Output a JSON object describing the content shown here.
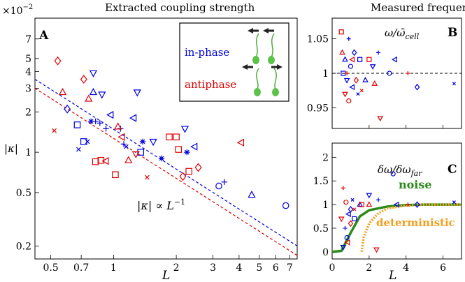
{
  "panels": {
    "A": {
      "title": "Extracted coupling strength",
      "label": "A",
      "ylabel": "|κ|",
      "xlabel": "L",
      "exponent_label": "×10",
      "exponent_power": "−2",
      "fit_label": "|κ| ∝ L",
      "fit_power": "−1",
      "legend_inphase": "in-phase",
      "legend_antiphase": "antiphase",
      "xtick_labels": [
        "0.5",
        "0.7",
        "1",
        "2",
        "3",
        "4",
        "5",
        "6",
        "7"
      ],
      "ytick_labels": [
        "0.2",
        "0.5",
        "1",
        "2",
        "3",
        "4",
        "5",
        "7"
      ]
    },
    "B": {
      "title": "Measured frequencies",
      "label": "B",
      "annotation": "ω/ω̄",
      "annotation_sub": "cell",
      "ytick_labels": [
        "0.95",
        "1",
        "1.05"
      ]
    },
    "C": {
      "label": "C",
      "annotation": "δω/δω",
      "annotation_sub": "far",
      "noise_label": "noise",
      "deterministic_label": "deterministic",
      "xlabel": "L",
      "xtick_labels": [
        "0",
        "2",
        "4",
        "6"
      ],
      "ytick_labels": [
        "0",
        "0.5",
        "1",
        "1.5",
        "2"
      ]
    }
  },
  "colors": {
    "inphase": "#0000dd",
    "antiphase": "#e00000",
    "noise": "#2a8a1a",
    "deterministic": "#f0a020"
  },
  "chart_data": [
    {
      "type": "scatter",
      "title": "Extracted coupling strength",
      "xlabel": "L",
      "ylabel": "|κ|",
      "x_scale": "log",
      "y_scale": "log",
      "xlim": [
        0.42,
        7.6
      ],
      "ylim": [
        0.16,
        10
      ],
      "y_units": "×10^-2",
      "fits": [
        {
          "name": "in-phase",
          "x": [
            0.42,
            7.6
          ],
          "y": [
            3.5,
            0.2
          ],
          "style": "dashed"
        },
        {
          "name": "antiphase",
          "x": [
            0.42,
            7.6
          ],
          "y": [
            3.0,
            0.17
          ],
          "style": "dashed"
        }
      ],
      "series": [
        {
          "name": "in-phase",
          "points": [
            {
              "x": 0.6,
              "y": 2.1,
              "m": "diamond"
            },
            {
              "x": 0.67,
              "y": 1.6,
              "m": "square"
            },
            {
              "x": 0.68,
              "y": 1.05,
              "m": "x"
            },
            {
              "x": 0.72,
              "y": 1.2,
              "m": "square"
            },
            {
              "x": 0.75,
              "y": 1.2,
              "m": "x"
            },
            {
              "x": 0.78,
              "y": 1.7,
              "m": "star"
            },
            {
              "x": 0.8,
              "y": 3.9,
              "m": "triangle-down"
            },
            {
              "x": 0.8,
              "y": 2.8,
              "m": "triangle"
            },
            {
              "x": 0.82,
              "y": 1.7,
              "m": "plus"
            },
            {
              "x": 0.86,
              "y": 1.65,
              "m": "plus"
            },
            {
              "x": 0.88,
              "y": 2.7,
              "m": "triangle-down"
            },
            {
              "x": 0.92,
              "y": 1.5,
              "m": "plus"
            },
            {
              "x": 0.97,
              "y": 1.9,
              "m": "triangle-left"
            },
            {
              "x": 1.08,
              "y": 1.5,
              "m": "plus"
            },
            {
              "x": 1.12,
              "y": 1.15,
              "m": "plus"
            },
            {
              "x": 1.15,
              "y": 1.1,
              "m": "x"
            },
            {
              "x": 1.25,
              "y": 1.8,
              "m": "triangle-left"
            },
            {
              "x": 1.3,
              "y": 2.8,
              "m": "triangle-down"
            },
            {
              "x": 1.35,
              "y": 1.0,
              "m": "square"
            },
            {
              "x": 1.38,
              "y": 1.2,
              "m": "star"
            },
            {
              "x": 1.55,
              "y": 1.2,
              "m": "triangle-down"
            },
            {
              "x": 1.7,
              "y": 0.9,
              "m": "star"
            },
            {
              "x": 2.2,
              "y": 1.5,
              "m": "triangle-down"
            },
            {
              "x": 2.25,
              "y": 1.0,
              "m": "star"
            },
            {
              "x": 2.45,
              "y": 1.1,
              "m": "triangle-left"
            },
            {
              "x": 3.2,
              "y": 0.56,
              "m": "circle"
            },
            {
              "x": 3.4,
              "y": 0.6,
              "m": "plus"
            },
            {
              "x": 4.6,
              "y": 0.48,
              "m": "triangle"
            },
            {
              "x": 6.7,
              "y": 0.4,
              "m": "circle"
            }
          ]
        },
        {
          "name": "antiphase",
          "points": [
            {
              "x": 0.52,
              "y": 1.45,
              "m": "x"
            },
            {
              "x": 0.54,
              "y": 4.8,
              "m": "diamond"
            },
            {
              "x": 0.57,
              "y": 2.8,
              "m": "triangle"
            },
            {
              "x": 0.72,
              "y": 3.5,
              "m": "diamond"
            },
            {
              "x": 0.76,
              "y": 2.5,
              "m": "triangle"
            },
            {
              "x": 0.82,
              "y": 0.85,
              "m": "square"
            },
            {
              "x": 0.87,
              "y": 0.87,
              "m": "square"
            },
            {
              "x": 0.92,
              "y": 0.86,
              "m": "triangle-left"
            },
            {
              "x": 1.05,
              "y": 1.55,
              "m": "triangle"
            },
            {
              "x": 1.1,
              "y": 1.3,
              "m": "triangle-left"
            },
            {
              "x": 1.18,
              "y": 0.87,
              "m": "triangle"
            },
            {
              "x": 1.28,
              "y": 0.97,
              "m": "triangle-down"
            },
            {
              "x": 1.02,
              "y": 0.68,
              "m": "square"
            },
            {
              "x": 1.45,
              "y": 0.65,
              "m": "x"
            },
            {
              "x": 1.85,
              "y": 1.3,
              "m": "square"
            },
            {
              "x": 2.0,
              "y": 1.3,
              "m": "square"
            },
            {
              "x": 2.05,
              "y": 1.05,
              "m": "square"
            },
            {
              "x": 2.15,
              "y": 0.66,
              "m": "diamond"
            },
            {
              "x": 2.3,
              "y": 0.72,
              "m": "square"
            },
            {
              "x": 2.55,
              "y": 0.77,
              "m": "diamond"
            },
            {
              "x": 4.1,
              "y": 1.18,
              "m": "triangle-left"
            }
          ]
        }
      ]
    },
    {
      "type": "scatter",
      "title": "Measured frequencies",
      "ylabel": "ω/ω̄_cell",
      "xlim": [
        0,
        7
      ],
      "ylim": [
        0.92,
        1.08
      ],
      "reference_line": 1,
      "series": [
        {
          "name": "in-phase",
          "points": [
            {
              "x": 0.6,
              "y": 1.0
            },
            {
              "x": 0.7,
              "y": 1.02
            },
            {
              "x": 0.8,
              "y": 0.99
            },
            {
              "x": 0.9,
              "y": 1.05
            },
            {
              "x": 1.0,
              "y": 1.01
            },
            {
              "x": 1.1,
              "y": 0.98
            },
            {
              "x": 1.2,
              "y": 1.03
            },
            {
              "x": 1.4,
              "y": 0.97
            },
            {
              "x": 1.5,
              "y": 1.02
            },
            {
              "x": 1.8,
              "y": 0.99
            },
            {
              "x": 2.2,
              "y": 1.01
            },
            {
              "x": 2.5,
              "y": 1.03
            },
            {
              "x": 3.1,
              "y": 1.0
            },
            {
              "x": 3.4,
              "y": 1.02
            },
            {
              "x": 4.6,
              "y": 0.98
            },
            {
              "x": 6.6,
              "y": 0.985
            }
          ]
        },
        {
          "name": "antiphase",
          "points": [
            {
              "x": 0.5,
              "y": 1.06
            },
            {
              "x": 0.55,
              "y": 1.03
            },
            {
              "x": 0.7,
              "y": 0.97
            },
            {
              "x": 0.8,
              "y": 1.0
            },
            {
              "x": 0.9,
              "y": 0.96
            },
            {
              "x": 1.1,
              "y": 1.02
            },
            {
              "x": 1.3,
              "y": 0.99
            },
            {
              "x": 1.6,
              "y": 0.975
            },
            {
              "x": 2.0,
              "y": 1.02
            },
            {
              "x": 2.3,
              "y": 0.985
            },
            {
              "x": 2.6,
              "y": 0.935
            },
            {
              "x": 4.1,
              "y": 1.0
            }
          ]
        }
      ]
    },
    {
      "type": "scatter",
      "ylabel": "δω/δω_far",
      "xlabel": "L",
      "xlim": [
        0,
        7
      ],
      "ylim": [
        -0.15,
        2.3
      ],
      "curves": [
        {
          "name": "noise",
          "x": [
            0,
            0.5,
            1.0,
            1.5,
            2.0,
            3.0,
            4.0,
            5.0,
            6.0,
            7.0
          ],
          "y": [
            0,
            0.02,
            0.4,
            0.75,
            0.88,
            0.96,
            0.99,
            1.0,
            1.0,
            1.0
          ]
        },
        {
          "name": "deterministic",
          "x": [
            1.6,
            1.7,
            2.0,
            2.5,
            3.0,
            4.0,
            5.0,
            6.0,
            7.0
          ],
          "y": [
            0,
            0.3,
            0.6,
            0.82,
            0.92,
            0.98,
            1.0,
            1.0,
            1.0
          ]
        }
      ],
      "series": [
        {
          "name": "in-phase",
          "points": [
            {
              "x": 0.6,
              "y": 0.1
            },
            {
              "x": 0.7,
              "y": 0.5
            },
            {
              "x": 0.8,
              "y": 0.3
            },
            {
              "x": 0.9,
              "y": 0.8
            },
            {
              "x": 1.0,
              "y": 0.9
            },
            {
              "x": 1.1,
              "y": 1.1
            },
            {
              "x": 1.2,
              "y": 0.7
            },
            {
              "x": 1.5,
              "y": 1.0
            },
            {
              "x": 2.0,
              "y": 1.2
            },
            {
              "x": 2.5,
              "y": 1.1
            },
            {
              "x": 3.3,
              "y": 1.65
            },
            {
              "x": 3.5,
              "y": 1.0
            },
            {
              "x": 4.6,
              "y": 1.0
            },
            {
              "x": 6.6,
              "y": 1.05
            }
          ]
        },
        {
          "name": "antiphase",
          "points": [
            {
              "x": 0.5,
              "y": 0.7
            },
            {
              "x": 0.6,
              "y": 1.35
            },
            {
              "x": 0.75,
              "y": 1.05
            },
            {
              "x": 0.85,
              "y": 0.2
            },
            {
              "x": 1.0,
              "y": 0.6
            },
            {
              "x": 1.2,
              "y": 0.9
            },
            {
              "x": 1.6,
              "y": 1.0
            },
            {
              "x": 2.0,
              "y": 1.0
            },
            {
              "x": 2.4,
              "y": 0.05
            },
            {
              "x": 4.1,
              "y": 1.0
            }
          ]
        }
      ]
    }
  ]
}
